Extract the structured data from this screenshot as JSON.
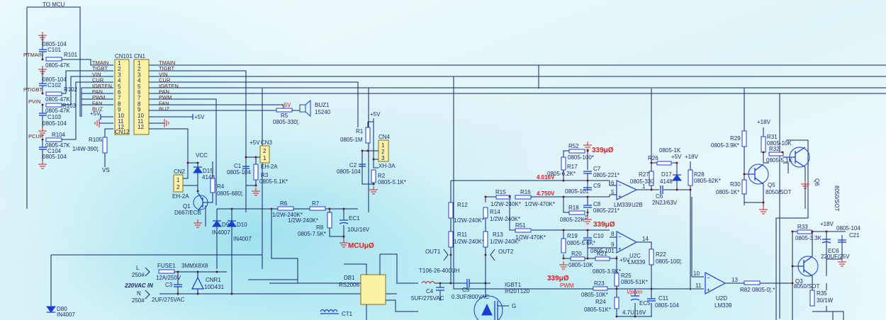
{
  "title_to_mcu": "TO MCU",
  "colors": {
    "wire": "#13236b",
    "component": "#1a3fd0",
    "ground": "#cc2020",
    "connector_fill": "#fdf3a6",
    "annotation_red": "#d82020"
  },
  "connectors": {
    "cn101": {
      "ref": "CN101",
      "ref2": "CN12"
    },
    "cn1": {
      "ref": "CN1"
    },
    "pins": [
      "1",
      "2",
      "3",
      "4",
      "5",
      "6",
      "7",
      "8",
      "9",
      "10",
      "11",
      "12"
    ],
    "signals": [
      "TMAIN",
      "TIGBT",
      "VIN",
      "CUR",
      "IGBTEN",
      "PAN",
      "PWM",
      "FAN",
      "BUZ"
    ],
    "cn2": {
      "ref": "CN2",
      "pins": [
        "1",
        "2"
      ],
      "value": "EH-2A"
    },
    "cn3": {
      "ref": "CN3",
      "pins": [
        "2",
        "1"
      ],
      "value": "EH-2A"
    },
    "cn4": {
      "ref": "CN4",
      "pins": [
        "1",
        "2",
        "3"
      ],
      "value": "XH-3A"
    }
  },
  "left_inputs": [
    {
      "net": "PTMAIN",
      "r_ref": "R101",
      "r_val": "0805-47K",
      "c_ref": "C101",
      "c_val": "0805-104"
    },
    {
      "net": "PTIGBT",
      "r_ref": "R102",
      "r_val": "0805-47K",
      "c_ref": "C102",
      "c_val": "0805-104"
    },
    {
      "net": "PVIN",
      "r_ref": "R103",
      "r_val": "0805-47K",
      "c_ref": "C103",
      "c_val": "0805-104"
    },
    {
      "net": "PCUR",
      "r_ref": "R104",
      "r_val": "0805-47K",
      "c_ref": "C104",
      "c_val": "0805-104"
    }
  ],
  "power": {
    "p5v": "+5V",
    "p18v": "+18V",
    "vcc": "VCC",
    "vs": "VS",
    "mcu_gnd": "MCUμØ",
    "gnd339": "339μØ"
  },
  "parts": {
    "r105": {
      "ref": "R105",
      "val": "1/4W-390¦."
    },
    "buz1": {
      "ref": "BUZ1",
      "val": "15240"
    },
    "r5": {
      "ref": "R5",
      "val": "0805-330¦."
    },
    "c1": {
      "ref": "C1",
      "val": "0805-104"
    },
    "r3": {
      "ref": "R3",
      "val": "0805-5.1K*"
    },
    "r1": {
      "ref": "R1",
      "val": "0805-1M"
    },
    "c2": {
      "ref": "C2",
      "val": "0805-104"
    },
    "r2": {
      "ref": "R2",
      "val": "0805-5.1K*"
    },
    "d15": {
      "ref": "D15",
      "val": "4148"
    },
    "r4": {
      "ref": "R4",
      "val": "0805-680¦."
    },
    "q1": {
      "ref": "Q1",
      "val": "D667/ECB"
    },
    "d9": {
      "ref": "D9",
      "val": "IN4007"
    },
    "d10": {
      "ref": "D10",
      "val": "IN4007"
    },
    "r6": {
      "ref": "R6",
      "val": "1/2W-240K*"
    },
    "r7": {
      "ref": "R7",
      "val": "1/2W-240K*"
    },
    "r8": {
      "ref": "R8",
      "val": "0805-7.5K*"
    },
    "ec1": {
      "ref": "EC1",
      "val": "10U/16V"
    },
    "fuse1": {
      "ref": "FUSE1",
      "val": "12A/250V",
      "note": "3MMX8X8"
    },
    "l_in": {
      "ref": "L",
      "val": "250#"
    },
    "n_in": {
      "ref": "N",
      "val": "250#"
    },
    "ac_in": "220VAC IN",
    "c3": {
      "ref": "C3",
      "val": "2UF/275VAC"
    },
    "cnr1": {
      "ref": "CNR1",
      "val": "10D431"
    },
    "d80": {
      "ref": "D80",
      "val": "IN4007"
    },
    "db1": {
      "ref": "DB1",
      "val": "RS2006"
    },
    "ct1": {
      "ref": "CT1"
    },
    "t106": {
      "val": "T106-26-400UH"
    },
    "c4": {
      "ref": "C4",
      "val": "5UF/275VAC"
    },
    "c5": {
      "ref": "C5",
      "val": "0.3UF/800VAC"
    },
    "igbt1": {
      "ref": "IGBT1",
      "val": "IH20T120",
      "gate": "G"
    },
    "out1": "OUT1",
    "out2": "OUT2",
    "r12": {
      "ref": "R12",
      "val": "1/2W-240K*"
    },
    "r11": {
      "ref": "R11",
      "val": "1/2W-240K*"
    },
    "r15": {
      "ref": "R15",
      "val": "1/2W-240K*"
    },
    "r14": {
      "ref": "R14",
      "val": "1/2W-240K*"
    },
    "r13": {
      "ref": "R13",
      "val": "1/2W-240K*"
    },
    "r16": {
      "ref": "R16",
      "val": "1/2W-470K*"
    },
    "r51": {
      "ref": "R51",
      "val": "1/2W-470K*"
    },
    "r52": {
      "ref": "R52",
      "val": "0805-100*"
    },
    "r17": {
      "ref": "R17",
      "val": "0805-6.2K*"
    },
    "c7": {
      "ref": "C7",
      "val": "0805-221*"
    },
    "c9": {
      "ref": "C9",
      "val": "0805-101"
    },
    "c8": {
      "ref": "C8",
      "val": "0805-221*"
    },
    "r18": {
      "ref": "R18",
      "val": "0805-22K*"
    },
    "u2b": {
      "ref": "U2B",
      "val": "LM339",
      "pin_minus": "6",
      "pin_plus": "5",
      "pin_out": "1"
    },
    "u2c": {
      "ref": "U2C",
      "val": "LM339",
      "pin_minus": "8",
      "pin_plus": "9",
      "pin_out": "14"
    },
    "u2d": {
      "ref": "U2D",
      "val": "LM339",
      "pin_minus": "10",
      "pin_plus": "11",
      "pin_out": "13"
    },
    "r19": {
      "ref": "R19",
      "val": "0805-5.6K*"
    },
    "c10": {
      "ref": "C10",
      "val": "0805-101"
    },
    "r20": {
      "ref": "R20",
      "val": "0805-10K"
    },
    "r21": {
      "ref": "R21",
      "val": "0805-3.9K*"
    },
    "r22": {
      "ref": "R22",
      "val": "0805-100¦."
    },
    "r25": {
      "ref": "R25",
      "val": "0805-51K*"
    },
    "r23": {
      "ref": "R23",
      "val": "0805-10K*"
    },
    "r24": {
      "ref": "R24",
      "val": "0805-51K*"
    },
    "ec5": {
      "ref": "EC5",
      "val": "4.7U/16V"
    },
    "c11": {
      "ref": "C11",
      "val": "0805-104"
    },
    "r26": {
      "ref": "R26",
      "val": "0805-1K"
    },
    "r27": {
      "ref": "R27",
      "val": "0805-330"
    },
    "d17": {
      "ref": "D17",
      "val": "4148"
    },
    "c6": {
      "ref": "C6",
      "val": "2N2J/63V"
    },
    "r28": {
      "ref": "R28",
      "val": "0805-62K*"
    },
    "r29": {
      "ref": "R29",
      "val": "0805-3.9K*"
    },
    "r30": {
      "ref": "R30",
      "val": "0805-1K*"
    },
    "r31": {
      "ref": "R31",
      "val": "0805-10K"
    },
    "r32": {
      "ref": "R32",
      "val": "0805-5.1K"
    },
    "q5": {
      "ref": "Q5",
      "val": "8050/SOT"
    },
    "q6": {
      "ref": "Q6",
      "val": "8050/SOT"
    },
    "r33": {
      "ref": "R33",
      "val": "0805-3.3K"
    },
    "c21": {
      "ref": "C21",
      "val": "0805-104"
    },
    "ec6": {
      "ref": "EC6",
      "val": "220UF/25V"
    },
    "q3": {
      "ref": "Q3",
      "val": "8050/SOT"
    },
    "r35": {
      "ref": "R35",
      "val": "30/1W"
    },
    "r82": {
      "ref": "R82",
      "val": "0805-0¦.*"
    }
  },
  "annotations": {
    "v1": "4.016V",
    "v2": "4.750V",
    "pwm": "PWM",
    "vpwm": "Vpwm"
  }
}
